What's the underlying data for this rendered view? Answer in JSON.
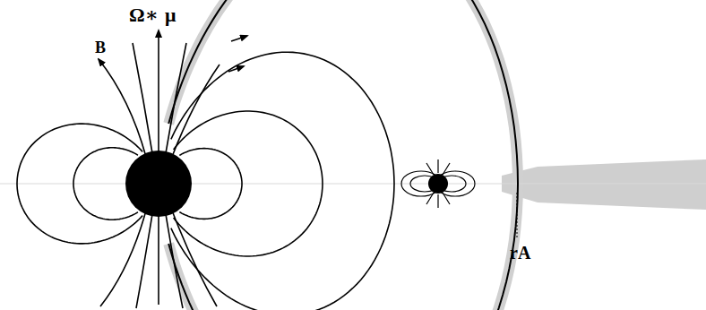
{
  "diagram": {
    "labels": [
      "Ω∗",
      "μ",
      "B",
      "rA"
    ]
  }
}
